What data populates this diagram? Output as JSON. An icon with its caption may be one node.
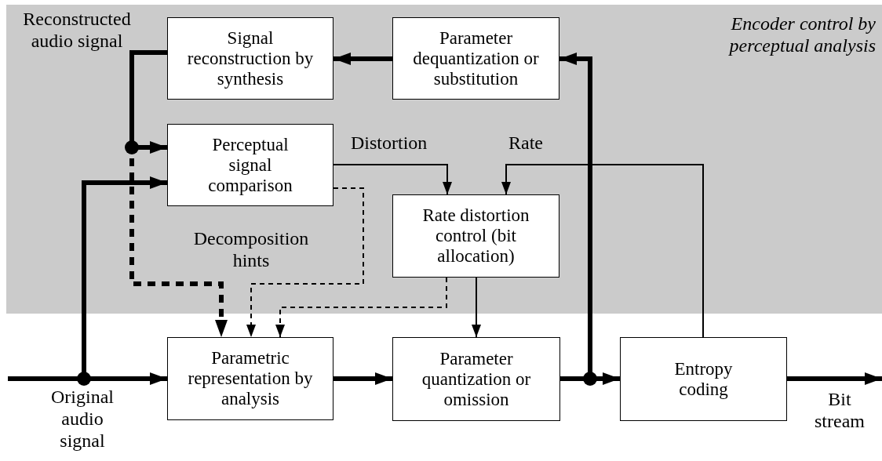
{
  "diagram": {
    "nodes": [
      {
        "text": [
          "Signal reconstruction by synthesis"
        ]
      },
      {
        "text": [
          "Parameter dequantization or substitution"
        ]
      },
      {
        "text": [
          "Perceptual signal comparison"
        ]
      },
      {
        "text": [
          "Rate distortion control (bit allocation)"
        ]
      },
      {
        "text": [
          "Parametric representation by analysis"
        ]
      },
      {
        "text": [
          "Parameter quantization or omission"
        ]
      },
      {
        "text": [
          "Entropy coding"
        ]
      }
    ],
    "edges": [
      {
        "from": 1,
        "to": 0,
        "arrow": "to"
      },
      {
        "from": null,
        "to": 4,
        "arrow": "to"
      },
      {
        "from": null,
        "to": 2,
        "arrow": "to"
      },
      {
        "from": 0,
        "to": 2,
        "arrow": "to"
      },
      {
        "from": 0,
        "to": 4,
        "arrow": "to",
        "style": "dashed"
      },
      {
        "from": 2,
        "to": 3,
        "arrow": "to",
        "label": "Distortion"
      },
      {
        "from": 2,
        "to": 4,
        "arrow": "to",
        "style": "dashed"
      },
      {
        "from": 3,
        "to": 4,
        "arrow": "to",
        "style": "dashed"
      },
      {
        "from": 3,
        "to": 5,
        "arrow": "to"
      },
      {
        "from": 4,
        "to": 5,
        "arrow": "to"
      },
      {
        "from": 5,
        "to": 6,
        "arrow": "to"
      },
      {
        "from": 5,
        "to": 1,
        "arrow": "to"
      },
      {
        "from": 6,
        "to": 3,
        "arrow": "to",
        "label": "Rate"
      },
      {
        "from": 6,
        "to": null,
        "arrow": "to"
      }
    ],
    "labels": [
      "Reconstructed audio signal",
      "Encoder control by perceptual analysis",
      "Decomposition hints",
      "Original audio signal",
      "Bit stream"
    ]
  }
}
